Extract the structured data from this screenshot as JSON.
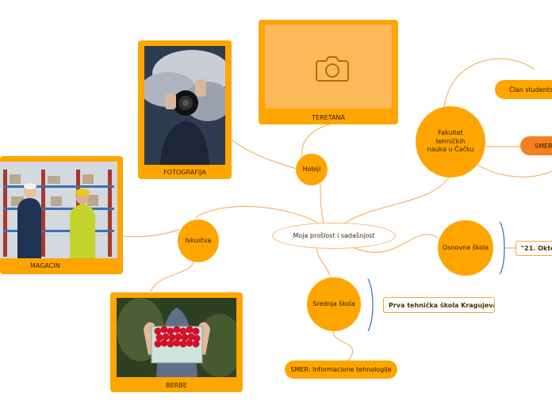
{
  "central": {
    "label": "Moja prošlost i sadašnjost"
  },
  "nodes": {
    "hobiji": "Hobiji",
    "iskustva": "Iskustva",
    "srednja": "Srednja škola",
    "osnovna": "Osnovna škola",
    "fakultet": "Fakultet tehničkih nauka u Čačku"
  },
  "cards": {
    "teretana": "TERETANA",
    "fotografija": "FOTOGRAFIJA",
    "magacin": "MAGACIN",
    "berbe": "BERBE"
  },
  "labels": {
    "clan": "Član studentsk",
    "smer_faks": "SMER",
    "osnovna_name": "\"21. Okto",
    "srednja_name": "Prva tehnička škola Kragujevac",
    "smer_srednja": "SMER: Informacione tehnologije"
  },
  "colors": {
    "accent": "#fea500",
    "link": "#f5a84a",
    "bracket": "#2d6fc4"
  }
}
